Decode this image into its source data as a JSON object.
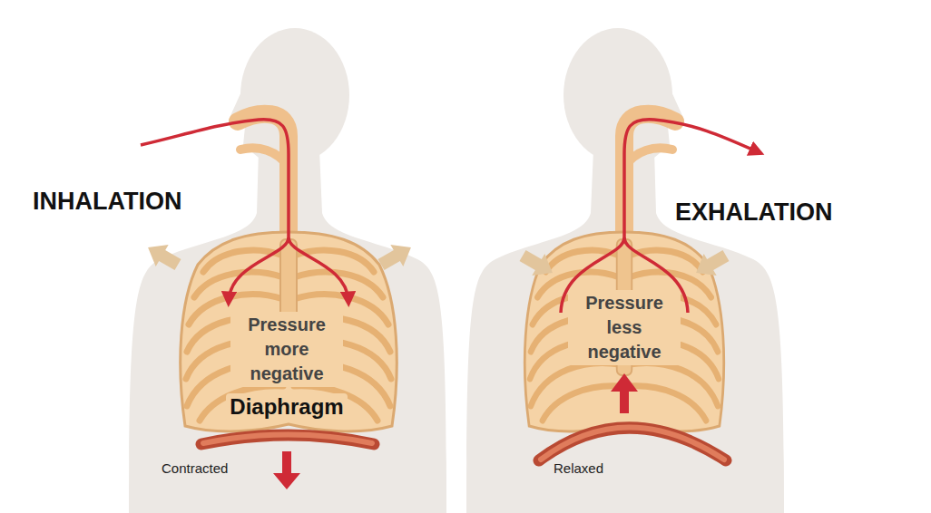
{
  "diagram": {
    "labels": [
      "INHALATION",
      "Pressure more negative",
      "Diaphragm",
      "Contracted",
      "EXHALATION",
      "Pressure less negative",
      "Relaxed"
    ]
  }
}
